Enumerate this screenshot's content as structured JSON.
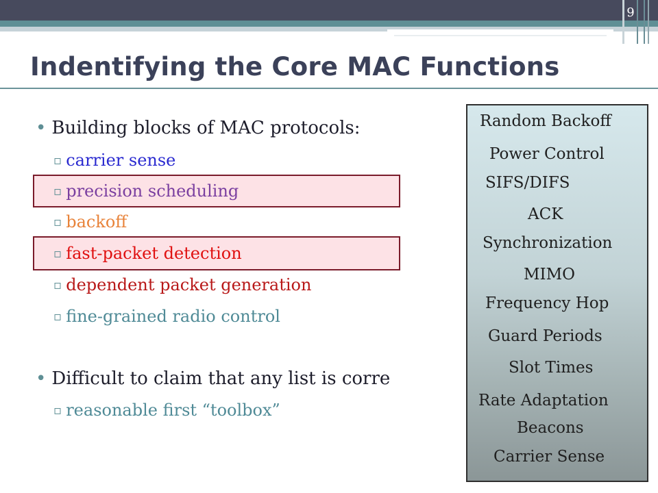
{
  "page_number": "9",
  "title": "Indentifying the Core MAC Functions",
  "bullets": [
    {
      "text": "Building blocks of MAC protocols:",
      "subitems": [
        {
          "text": "carrier sense",
          "color": "#2a2ad0"
        },
        {
          "text": "precision scheduling",
          "color": "#7a3fa0",
          "highlighted": true
        },
        {
          "text": "backoff",
          "color": "#e8833a"
        },
        {
          "text": "fast-packet detection",
          "color": "#e01010",
          "highlighted": true
        },
        {
          "text": "dependent packet generation",
          "color": "#b81818"
        },
        {
          "text": "fine-grained radio control",
          "color": "#4f8a96"
        }
      ]
    },
    {
      "text": "Difficult to claim that any list is corre",
      "subitems": [
        {
          "text": "reasonable first “toolbox”",
          "color": "#4f8a96"
        }
      ]
    }
  ],
  "side_panel": {
    "items": [
      "Random Backoff",
      "Power Control",
      "SIFS/DIFS",
      "ACK",
      "Synchronization",
      "MIMO",
      "Frequency Hop",
      "Guard Periods",
      "Slot Times",
      "Rate Adaptation",
      "Beacons",
      "Carrier Sense"
    ]
  },
  "colors": {
    "header_dark": "#474a5d",
    "header_teal": "#5f8f95",
    "title": "#3b4159",
    "highlight_fill": "#fde2e6",
    "highlight_border": "#7a1b2a"
  }
}
